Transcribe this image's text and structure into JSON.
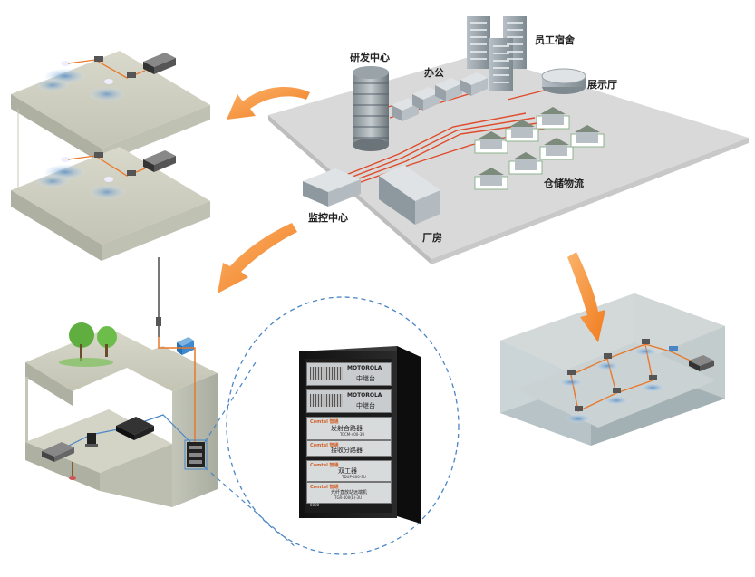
{
  "campus": {
    "labels": {
      "rd_center": "研发中心",
      "office": "办公",
      "staff_dorm": "员工宿舍",
      "showroom": "展示厅",
      "warehouse": "仓储物流",
      "monitor_center": "监控中心",
      "factory": "厂房"
    }
  },
  "rack": {
    "units": [
      {
        "brand": "MOTOROLA",
        "name": "中继台"
      },
      {
        "brand": "MOTOROLA",
        "name": "中继台"
      },
      {
        "brand": "Comtel 智通",
        "name": "发射合路器",
        "model": "TCCM-400-3U"
      },
      {
        "brand": "Comtel 智通",
        "name": "接收分路器"
      },
      {
        "brand": "Comtel 智通",
        "name": "双工器",
        "model": "TDUP-400-3U"
      },
      {
        "brand": "Comtel 智通",
        "name": "光纤直放站远端机",
        "model": "TGR-400(B)-3U"
      }
    ],
    "footer": "6000"
  },
  "colors": {
    "arrow": "#f7943a",
    "cable": "#e04a2a",
    "floor": "#c9c9ba",
    "wall": "#b8bcae",
    "dashed": "#4a86c5"
  }
}
